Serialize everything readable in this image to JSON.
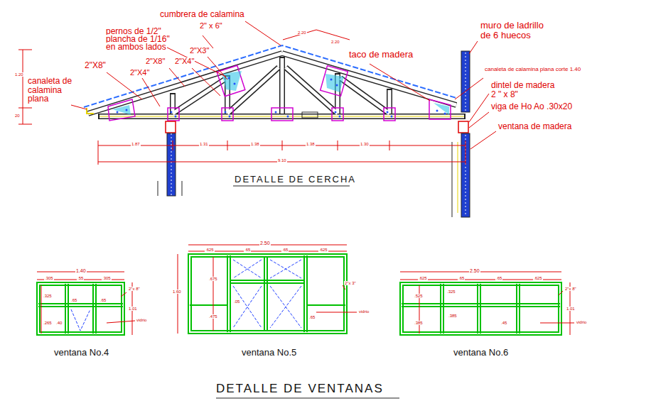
{
  "diagram": {
    "labels": [
      "cumbrera de calamina",
      "2\" x 6\"",
      "pernos de 1/2\"",
      "plancha de 1/16\"",
      "en ambos lados",
      "2\"X3\"",
      "2\"X8\"",
      "2\"X8\"",
      "2\"X4\"",
      "2\"X4\"",
      "canaleta de calamina plana",
      "taco de madera",
      "muro de ladrillo de 6 huecos",
      "canaleta de calamina plana corte 1.40",
      "dintel de madera",
      "2 \" x 8\"",
      "viga de Ho Ao .30x20",
      "ventana de madera",
      "DETALLE DE CERCHA",
      "2.20",
      "2.20",
      "1.20",
      "20",
      "1.87",
      "1.31",
      "1.38",
      "1.38",
      "1.30",
      "9.10",
      "1.40",
      ".305",
      ".55",
      ".305",
      ".325",
      ".65",
      ".65",
      ".265",
      ".40",
      "1.01",
      "2\"x 8\"",
      "vidrio",
      "ventana No.4",
      "2.50",
      ".625",
      ".65",
      ".65",
      ".625",
      "1.60",
      ".675",
      ".475",
      ".05",
      ".65",
      "2\"x 3\"",
      "vidrio",
      "ventana No.5",
      "2.50",
      ".625",
      ".65",
      ".65",
      ".625",
      ".525",
      ".325",
      ".385",
      ".385",
      ".45",
      "1.01",
      "2\"x 8\"",
      "vidrio",
      "ventana No.6",
      "DETALLE DE VENTANAS"
    ]
  }
}
